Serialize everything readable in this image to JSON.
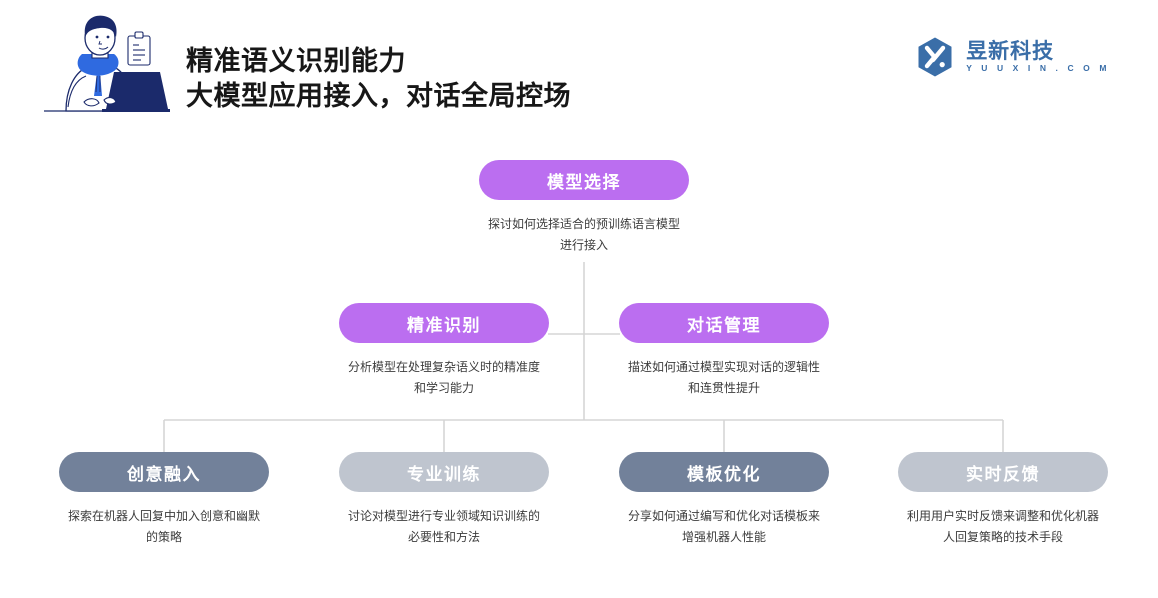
{
  "header": {
    "title_line1": "精准语义识别能力",
    "title_line2": "大模型应用接入，对话全局控场",
    "illustration_name": "person-at-laptop-illustration",
    "brand": {
      "name": "昱新科技",
      "domain": "Y U U X I N . C O M",
      "logo_name": "yuuxin-hexagon-logo",
      "color": "#3a6ea8"
    }
  },
  "diagram": {
    "type": "tree",
    "colors": {
      "purple": "#bb6ef0",
      "slate_dark": "#72819a",
      "slate_light": "#bfc5cf",
      "connector": "#d3d3d3"
    },
    "root": {
      "label": "模型选择",
      "desc": "探讨如何选择适合的预训练语言模型进行接入",
      "color": "#bb6ef0"
    },
    "level2": [
      {
        "label": "精准识别",
        "desc": "分析模型在处理复杂语义时的精准度和学习能力",
        "color": "#bb6ef0"
      },
      {
        "label": "对话管理",
        "desc": "描述如何通过模型实现对话的逻辑性和连贯性提升",
        "color": "#bb6ef0"
      }
    ],
    "level3": [
      {
        "label": "创意融入",
        "desc": "探索在机器人回复中加入创意和幽默的策略",
        "color": "#72819a"
      },
      {
        "label": "专业训练",
        "desc": "讨论对模型进行专业领域知识训练的必要性和方法",
        "color": "#bfc5cf"
      },
      {
        "label": "模板优化",
        "desc": "分享如何通过编写和优化对话模板来增强机器人性能",
        "color": "#72819a"
      },
      {
        "label": "实时反馈",
        "desc": "利用用户实时反馈来调整和优化机器人回复策略的技术手段",
        "color": "#bfc5cf"
      }
    ]
  }
}
